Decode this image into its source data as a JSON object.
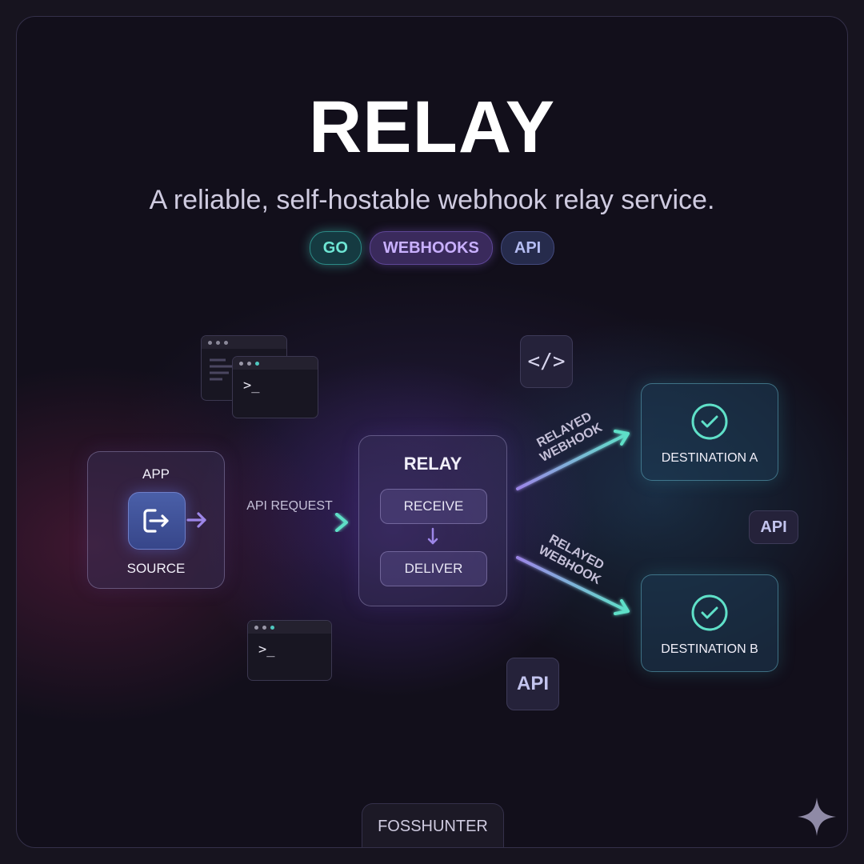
{
  "title": "RELAY",
  "subtitle": "A reliable, self-hostable webhook relay service.",
  "tags": [
    {
      "label": "GO",
      "color": "#6ee6d4"
    },
    {
      "label": "WEBHOOKS",
      "color": "#c9b0ff"
    },
    {
      "label": "API",
      "color": "#b4bcf2"
    }
  ],
  "diagram": {
    "source": {
      "top_label": "APP",
      "bottom_label": "SOURCE",
      "icon": "exit-arrow-icon"
    },
    "edge_api_request": "API REQUEST",
    "relay": {
      "label": "RELAY",
      "receive": "RECEIVE",
      "deliver": "DELIVER"
    },
    "edge_relayed_a": {
      "line1": "RELAYED",
      "line2": "WEBHOOK"
    },
    "edge_relayed_b": {
      "line1": "RELAYED",
      "line2": "WEBHOOK"
    },
    "destination_a": {
      "label": "DESTINATION A",
      "icon": "check-circle-icon"
    },
    "destination_b": {
      "label": "DESTINATION B",
      "icon": "check-circle-icon"
    },
    "code_badge": "</>",
    "api_badge_right": "API",
    "api_badge_bottom": "API",
    "terminal_prompt": ">_"
  },
  "footer": "FOSSHUNTER",
  "colors": {
    "teal": "#5fe0c8",
    "purple": "#9d86e8",
    "background": "#120f1b"
  }
}
